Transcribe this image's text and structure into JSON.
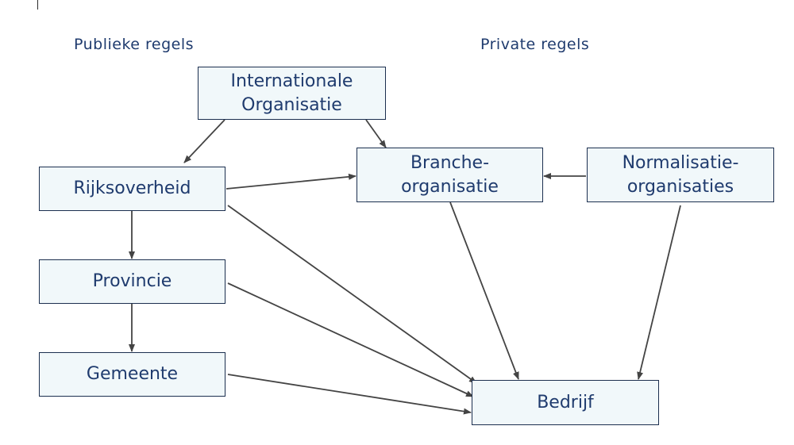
{
  "headings": {
    "public": "Publieke regels",
    "private": "Private regels"
  },
  "nodes": {
    "international": {
      "line1": "Internationale",
      "line2": "Organisatie"
    },
    "rijksoverheid": {
      "line1": "Rijksoverheid"
    },
    "provincie": {
      "line1": "Provincie"
    },
    "gemeente": {
      "line1": "Gemeente"
    },
    "branche": {
      "line1": "Branche-",
      "line2": "organisatie"
    },
    "normalisatie": {
      "line1": "Normalisatie-",
      "line2": "organisaties"
    },
    "bedrijf": {
      "line1": "Bedrijf"
    }
  },
  "edges": [
    {
      "from": "international",
      "to": "rijksoverheid"
    },
    {
      "from": "international",
      "to": "branche"
    },
    {
      "from": "rijksoverheid",
      "to": "branche"
    },
    {
      "from": "normalisatie",
      "to": "branche"
    },
    {
      "from": "rijksoverheid",
      "to": "provincie"
    },
    {
      "from": "provincie",
      "to": "gemeente"
    },
    {
      "from": "rijksoverheid",
      "to": "bedrijf"
    },
    {
      "from": "provincie",
      "to": "bedrijf"
    },
    {
      "from": "gemeente",
      "to": "bedrijf"
    },
    {
      "from": "branche",
      "to": "bedrijf"
    },
    {
      "from": "normalisatie",
      "to": "bedrijf"
    }
  ],
  "colors": {
    "box_fill": "#f1f8fa",
    "box_border": "#1c2f4f",
    "text": "#1f3b6e",
    "arrow": "#444444"
  }
}
